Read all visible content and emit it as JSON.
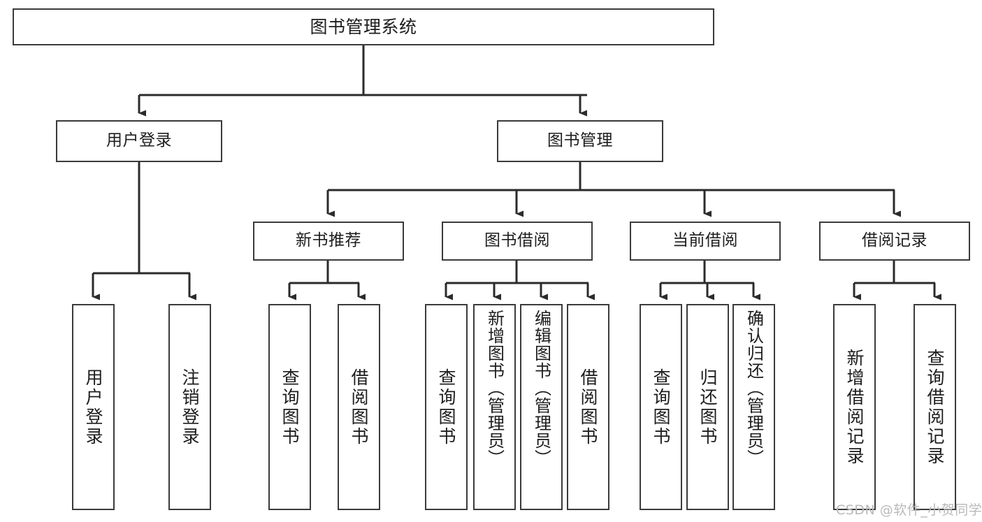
{
  "diagram": {
    "title": "图书管理系统",
    "type": "tree",
    "watermark": "CSDN @软件_小贺同学",
    "colors": {
      "box_border": "#3b3b3b",
      "box_fill": "#ffffff",
      "connector": "#2b2b2b",
      "text": "#1d1d1d",
      "watermark": "#b9b9b9",
      "background": "#ffffff"
    },
    "nodes": {
      "root": {
        "label": "图书管理系统"
      },
      "level1": [
        {
          "id": "user-login",
          "label": "用户登录"
        },
        {
          "id": "book-management",
          "label": "图书管理"
        }
      ],
      "level2": [
        {
          "id": "new-book-recommend",
          "label": "新书推荐"
        },
        {
          "id": "book-borrow",
          "label": "图书借阅"
        },
        {
          "id": "current-borrow",
          "label": "当前借阅"
        },
        {
          "id": "borrow-record",
          "label": "借阅记录"
        }
      ],
      "leaves": {
        "user_login": [
          {
            "id": "leaf-user-login",
            "label": "用户登录"
          },
          {
            "id": "leaf-logout-login",
            "label": "注销登录"
          }
        ],
        "new_book_recommend": [
          {
            "id": "leaf-query-book-1",
            "label": "查询图书"
          },
          {
            "id": "leaf-borrow-book-1",
            "label": "借阅图书"
          }
        ],
        "book_borrow": [
          {
            "id": "leaf-query-book-2",
            "label": "查询图书"
          },
          {
            "id": "leaf-add-book",
            "label": "新增图书（管理员）"
          },
          {
            "id": "leaf-edit-book",
            "label": "编辑图书（管理员）"
          },
          {
            "id": "leaf-borrow-book-2",
            "label": "借阅图书"
          }
        ],
        "current_borrow": [
          {
            "id": "leaf-query-book-3",
            "label": "查询图书"
          },
          {
            "id": "leaf-return-book",
            "label": "归还图书"
          },
          {
            "id": "leaf-confirm-return",
            "label": "确认归还（管理员）"
          }
        ],
        "borrow_record": [
          {
            "id": "leaf-add-record",
            "label": "新增借阅记录"
          },
          {
            "id": "leaf-query-record",
            "label": "查询借阅记录"
          }
        ]
      }
    }
  }
}
